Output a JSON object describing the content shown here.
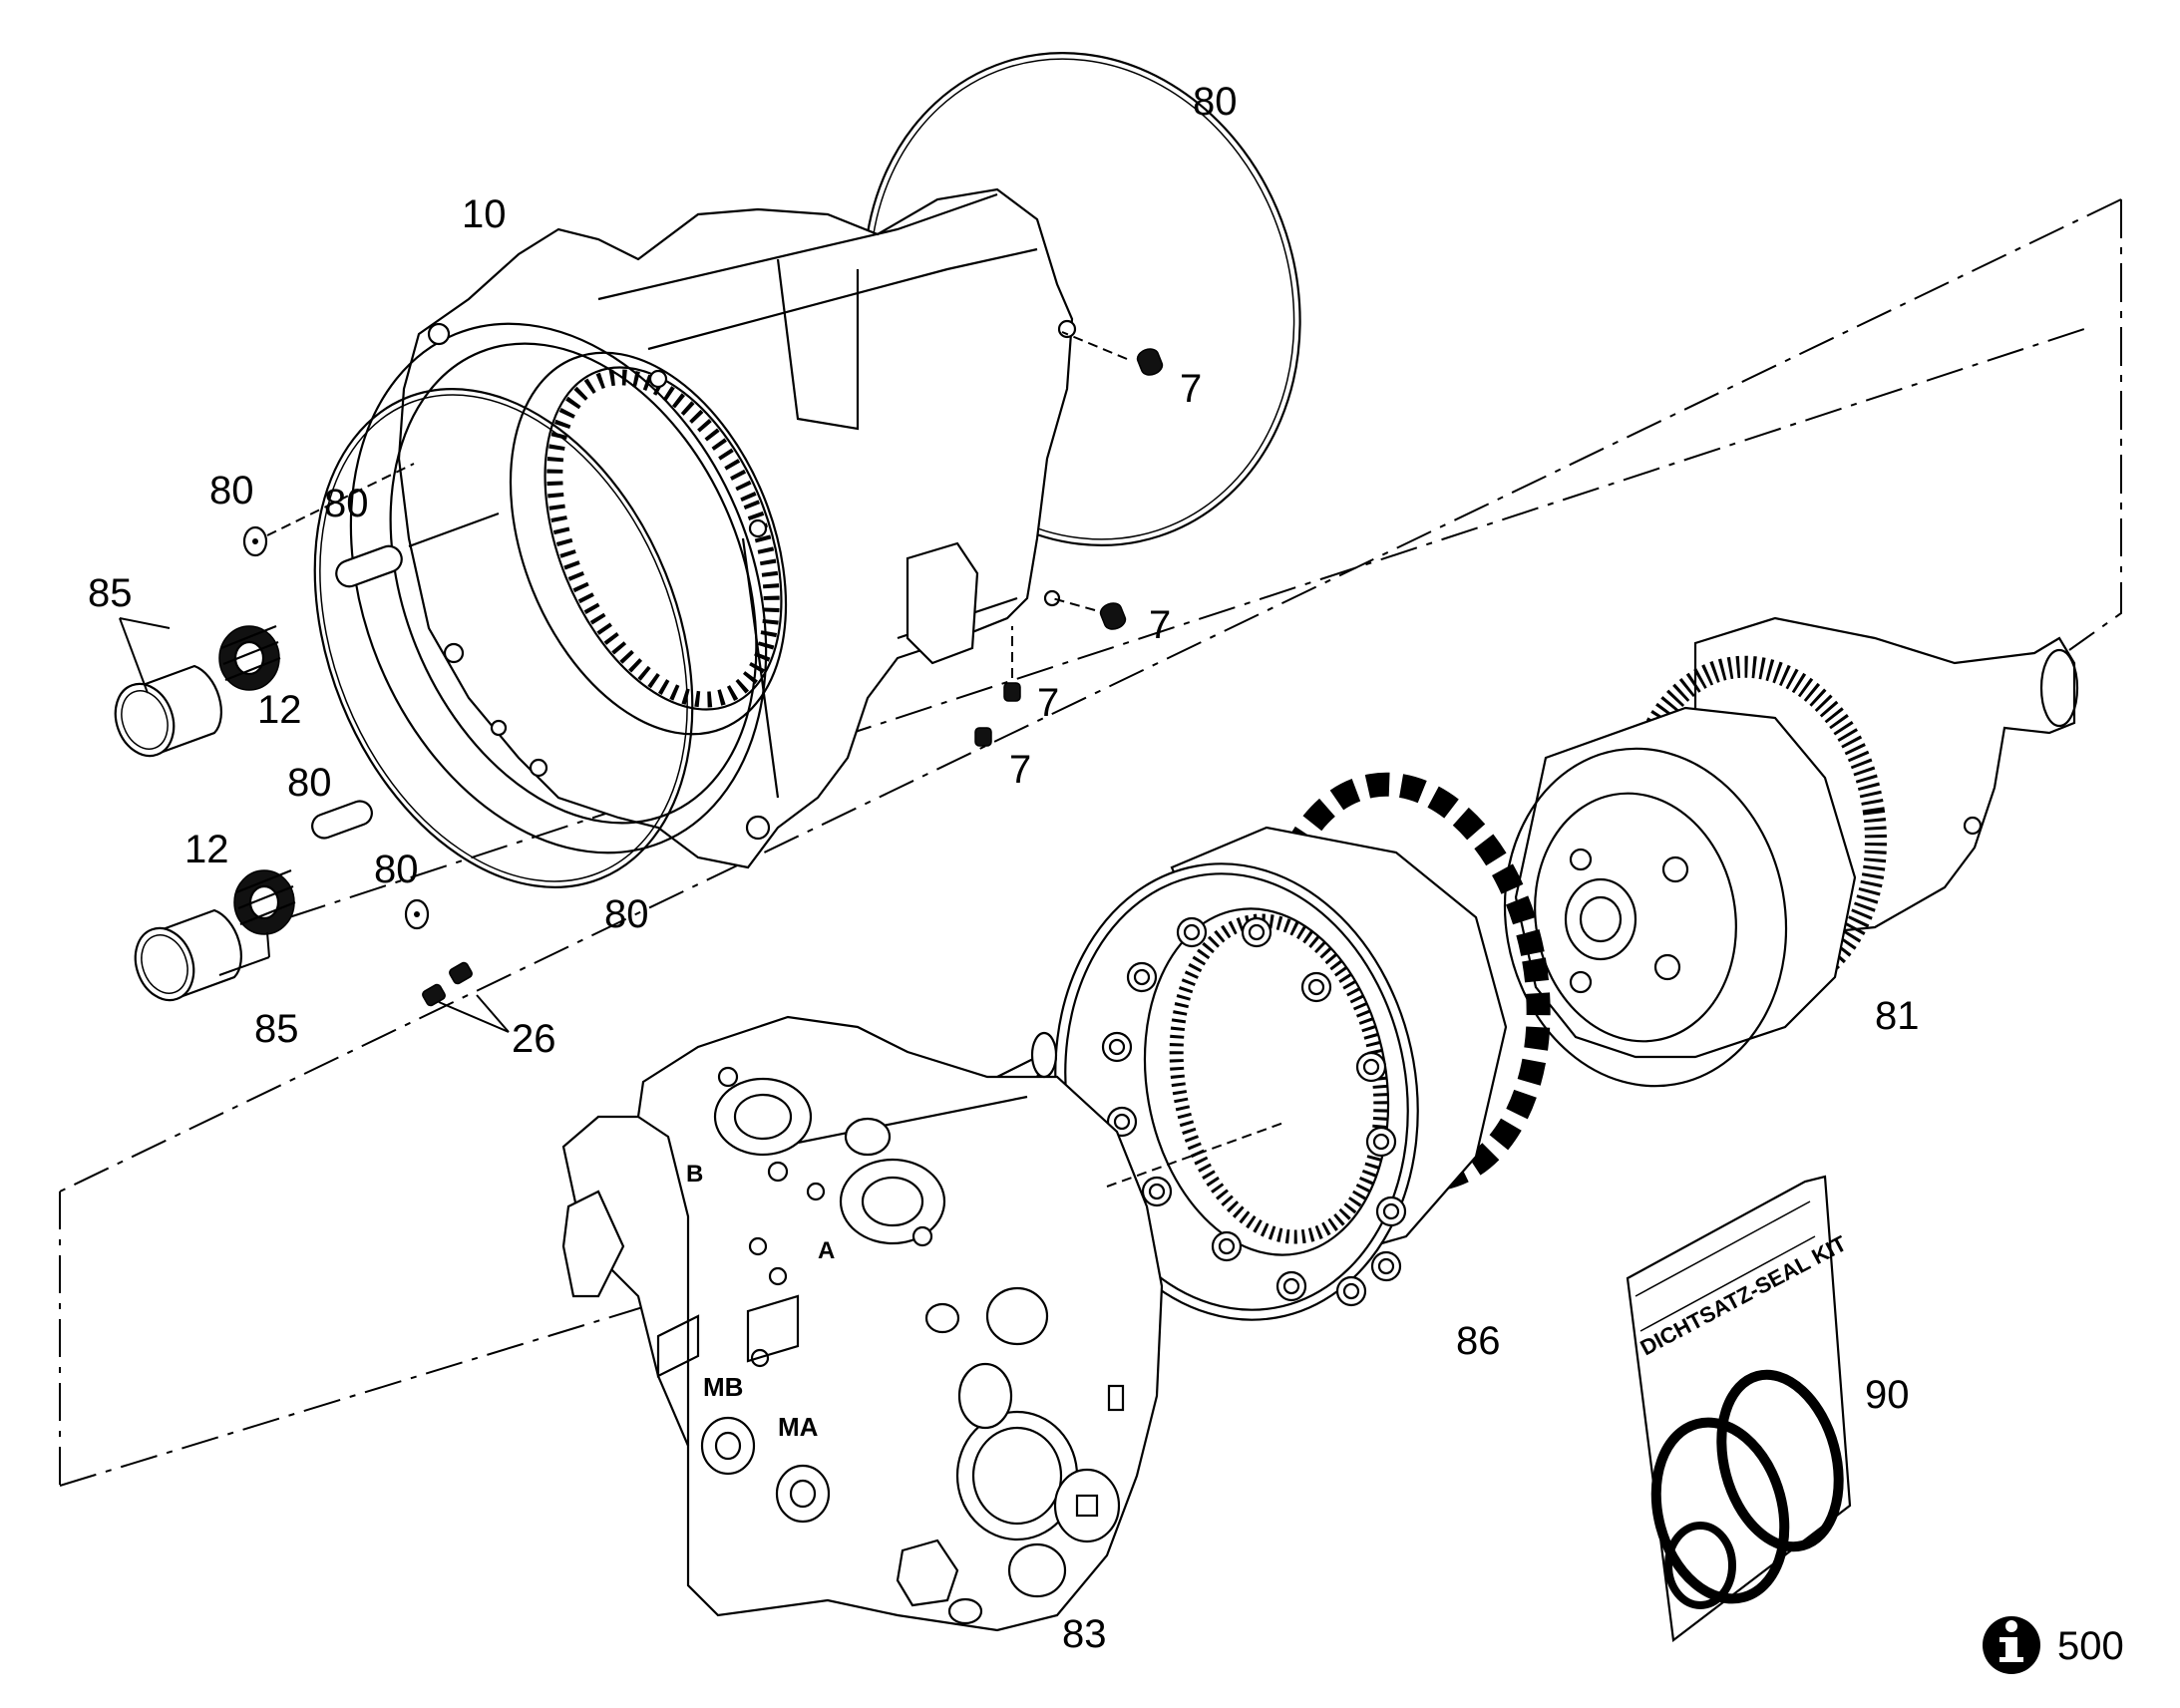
{
  "callouts": {
    "c80_top": "80",
    "c10": "10",
    "c7_a": "7",
    "c7_b": "7",
    "c7_c": "7",
    "c7_d": "7",
    "c80_l1": "80",
    "c80_l2": "80",
    "c85_top": "85",
    "c12_top": "12",
    "c80_l3": "80",
    "c12_bot": "12",
    "c80_l4": "80",
    "c80_l5": "80",
    "c85_bot": "85",
    "c26": "26",
    "c81": "81",
    "c86": "86",
    "c83": "83",
    "c90": "90"
  },
  "housing_marks": {
    "port_b": "B",
    "port_a": "A",
    "port_mb": "MB",
    "port_ma": "MA"
  },
  "seal_kit": {
    "label": "DICHTSATZ-SEAL KIT"
  },
  "info": {
    "icon": "info-icon",
    "number": "500"
  }
}
